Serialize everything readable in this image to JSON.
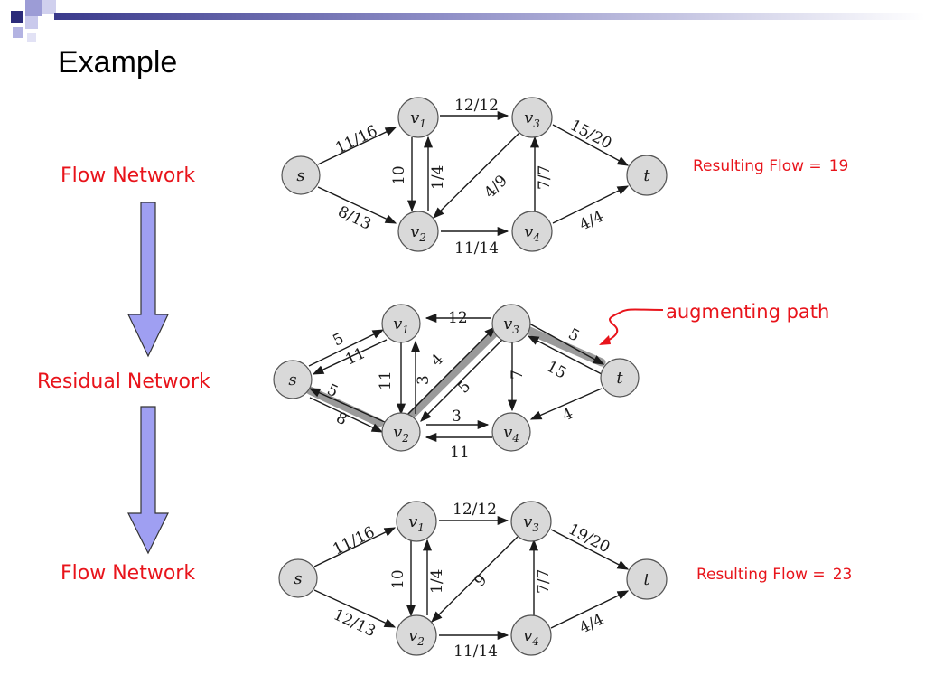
{
  "slide": {
    "title": "Example",
    "labels": {
      "flow_network_top": "Flow Network",
      "residual_network": "Residual Network",
      "flow_network_bottom": "Flow Network"
    },
    "result_top": {
      "text": "Resulting Flow =",
      "value": "19"
    },
    "result_bottom": {
      "text": "Resulting Flow =",
      "value": "23"
    },
    "augmenting_path_label": "augmenting path",
    "colors": {
      "red": "#e8141b",
      "arrow_fill": "#9f9ff2",
      "node_fill": "#d9d9d9",
      "highlight": "#9a9a9a"
    }
  },
  "graphs": {
    "g1": {
      "nodes": {
        "s": "s",
        "v1": "v1",
        "v2": "v2",
        "v3": "v3",
        "v4": "v4",
        "t": "t"
      },
      "edges": {
        "s_v1": "11/16",
        "s_v2": "8/13",
        "v2_v1": "1/4",
        "v1_v2": "10",
        "v1_v3": "12/12",
        "v3_v2": "4/9",
        "v2_v4": "11/14",
        "v4_v3": "7/7",
        "v3_t": "15/20",
        "v4_t": "4/4"
      }
    },
    "g2": {
      "nodes": {
        "s": "s",
        "v1": "v1",
        "v2": "v2",
        "v3": "v3",
        "v4": "v4",
        "t": "t"
      },
      "edges": {
        "s_v1": "5",
        "v1_s": "11",
        "s_v2": "5",
        "v2_s": "8",
        "v1_v2": "11",
        "v2_v1": "3",
        "v3_v1": "12",
        "v2_v3": "5",
        "v3_v2": "4",
        "v3_v4": "7",
        "v2_v4": "3",
        "v4_v2": "11",
        "v3_t": "5",
        "t_v3": "15",
        "t_v4": "4"
      }
    },
    "g3": {
      "nodes": {
        "s": "s",
        "v1": "v1",
        "v2": "v2",
        "v3": "v3",
        "v4": "v4",
        "t": "t"
      },
      "edges": {
        "s_v1": "11/16",
        "s_v2": "12/13",
        "v2_v1": "1/4",
        "v1_v2": "10",
        "v1_v3": "12/12",
        "v3_v2": "9",
        "v2_v4": "11/14",
        "v4_v3": "7/7",
        "v3_t": "19/20",
        "v4_t": "4/4"
      }
    }
  }
}
